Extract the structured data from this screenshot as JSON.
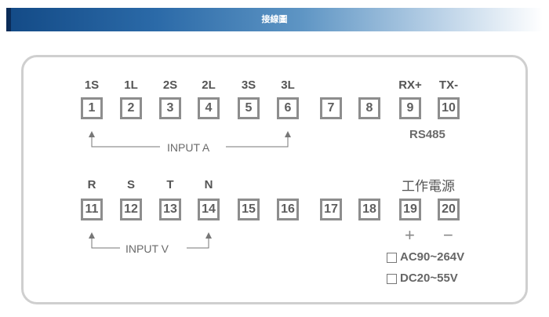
{
  "header": {
    "title": "接線圖"
  },
  "row1": {
    "labels": [
      "1S",
      "1L",
      "2S",
      "2L",
      "3S",
      "3L",
      "RX+",
      "TX-"
    ],
    "terminals": [
      "1",
      "2",
      "3",
      "4",
      "5",
      "6",
      "7",
      "8",
      "9",
      "10"
    ],
    "group_label": "INPUT A",
    "comm_label": "RS485"
  },
  "row2": {
    "labels": [
      "R",
      "S",
      "T",
      "N"
    ],
    "terminals": [
      "11",
      "12",
      "13",
      "14",
      "15",
      "16",
      "17",
      "18",
      "19",
      "20"
    ],
    "group_label": "INPUT V",
    "power_title": "工作電源",
    "plus_symbol": "+",
    "minus_symbol": "−",
    "options": [
      "AC90~264V",
      "DC20~55V"
    ]
  }
}
